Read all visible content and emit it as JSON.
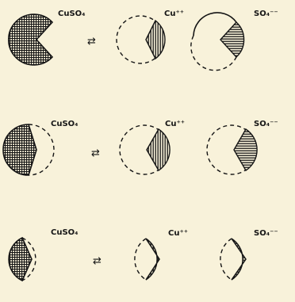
{
  "colors": {
    "background": "#f8f2da",
    "ink": "#151515"
  },
  "labels": {
    "salt": "CuSO₄",
    "cation": "Cu⁺⁺",
    "anion": "SO₄⁻⁻",
    "equilibrium": "⇄"
  },
  "rows": [
    {
      "salt_visible_fraction": 0.78,
      "ion_visible_fraction": 0.2
    },
    {
      "salt_visible_fraction": 0.55,
      "ion_visible_fraction": 0.35
    },
    {
      "salt_visible_fraction": 0.3,
      "ion_visible_fraction": 0.55
    }
  ]
}
